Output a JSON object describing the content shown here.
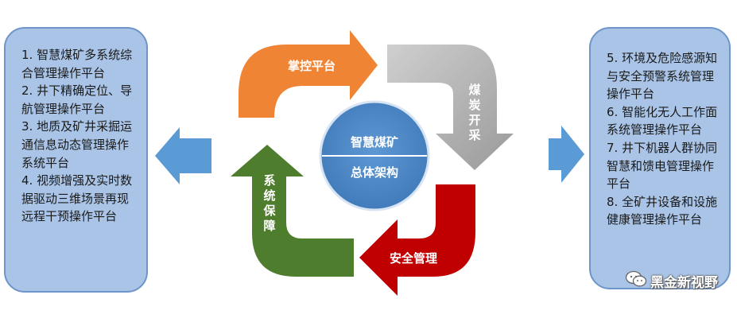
{
  "left_panel": {
    "items": [
      "1. 智慧煤矿多系统综合管理操作平台",
      "2. 井下精确定位、导航管理操作平台",
      "3. 地质及矿井采掘运通信息动态管理操作系统平台",
      "4. 视频增强及实时数据驱动三维场景再现远程干预操作平台"
    ]
  },
  "right_panel": {
    "items": [
      "5. 环境及危险感源知与安全预警系统管理操作平台",
      "6. 智能化无人工作面系统管理操作平台",
      "7. 井下机器人群协同智慧和馈电管理操作平台",
      "8. 全矿井设备和设施健康管理操作平台"
    ]
  },
  "center": {
    "top_label": "智慧煤矿",
    "bottom_label": "总体架构"
  },
  "cycle": {
    "top": "掌控平台",
    "right": [
      "煤",
      "炭",
      "开",
      "采"
    ],
    "bottom": "安全管理",
    "left": [
      "系",
      "统",
      "保",
      "障"
    ]
  },
  "colors": {
    "orange": "#ef8435",
    "gray": "#a8a8a8",
    "red": "#c00000",
    "green": "#4f7d2e",
    "blue": "#5b9bd5",
    "panel": "#a9c4e6"
  },
  "watermark": {
    "text": "黑金新视野",
    "icon": "wechat-icon"
  }
}
